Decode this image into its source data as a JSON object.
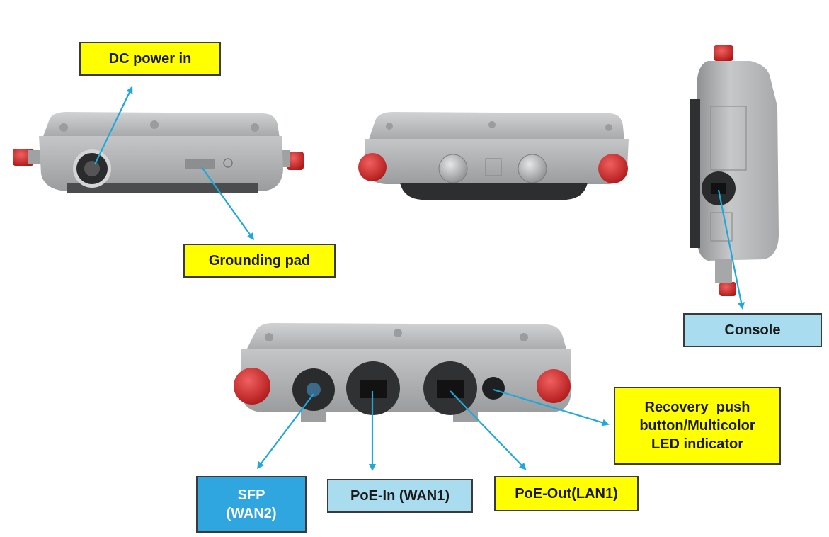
{
  "labels": {
    "dc_power": "DC power in",
    "grounding": "Grounding pad",
    "console": "Console",
    "recovery_line1": "Recovery  push",
    "recovery_line2": "button/Multicolor",
    "recovery_line3": "LED indicator",
    "sfp_line1": "SFP",
    "sfp_line2": "(WAN2)",
    "poe_in": "PoE-In (WAN1)",
    "poe_out": "PoE-Out(LAN1)"
  },
  "colors": {
    "callout_yellow": "#ffff00",
    "callout_lightblue": "#a9dcee",
    "callout_blue": "#2fa6df",
    "arrow": "#1fa8dc",
    "housing": "#b3b5b6",
    "antenna_cap": "#d42b2b"
  }
}
